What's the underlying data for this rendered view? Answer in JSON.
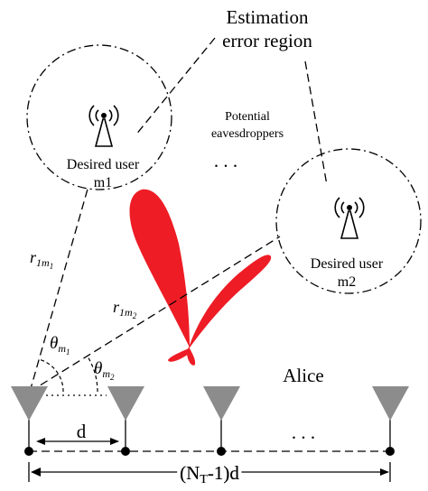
{
  "labels": {
    "estimation_title_line1": "Estimation",
    "estimation_title_line2": "error region",
    "potential_line1": "Potential",
    "potential_line2": "eavesdroppers",
    "ellipsis_mid": ". . .",
    "user1_line1": "Desired user",
    "user1_line2": "m1",
    "user2_line1": "Desired user",
    "user2_line2": "m2",
    "alice": "Alice",
    "ellipsis_bottom": ". . .",
    "spacing": "d",
    "aperture": "(N",
    "aperture_sub": "T",
    "aperture_tail": "-1)d",
    "r1_base": "r",
    "r1_sub": "1",
    "r1_subsub": "m",
    "r1_subsubsub": "1",
    "r2_base": "r",
    "r2_sub": "1",
    "r2_subsub": "m",
    "r2_subsubsub": "2",
    "theta1_base": "θ",
    "theta1_sub": "m",
    "theta1_subsub": "1",
    "theta2_base": "θ",
    "theta2_sub": "m",
    "theta2_subsub": "2"
  },
  "colors": {
    "beam": "#ee1c25",
    "antenna": "#8c8c8c",
    "line": "#000000"
  },
  "icons": [
    "antenna-tower-icon",
    "antenna-tower-icon"
  ]
}
